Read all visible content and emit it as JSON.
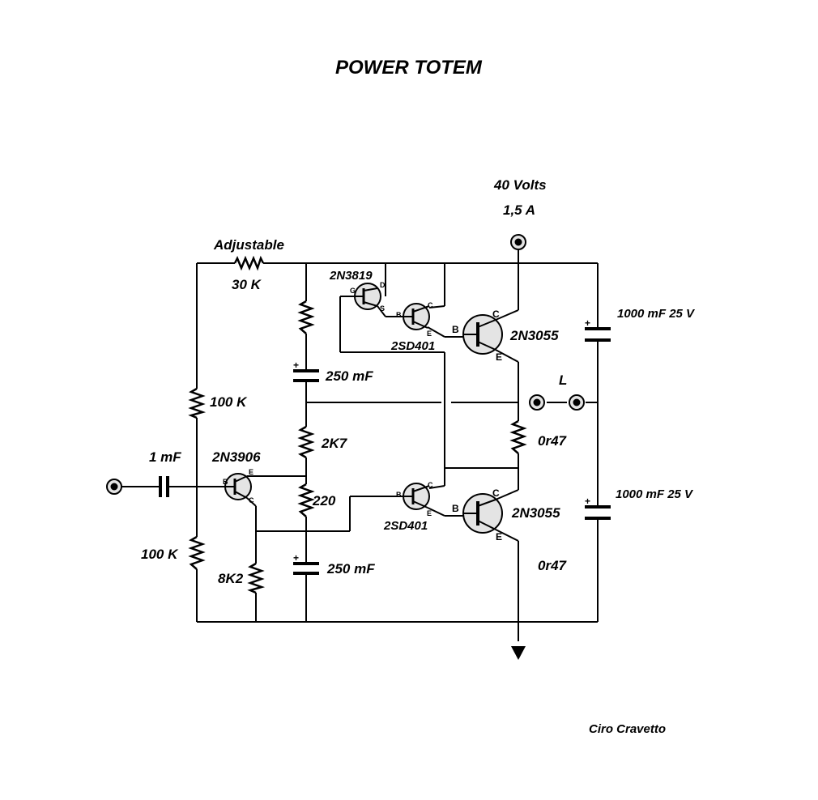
{
  "title": "POWER  TOTEM",
  "author": "Ciro Cravetto",
  "supply": {
    "voltage": "40 Volts",
    "current": "1,5 A"
  },
  "labels": {
    "adjustable": "Adjustable",
    "r_30k": "30 K",
    "jfet": "2N3819",
    "q_upper_driver": "2SD401",
    "q_upper_power": "2N3055",
    "q_lower_driver": "2SD401",
    "q_lower_power": "2N3055",
    "c_out_top": "1000 mF  25 V",
    "c_out_bottom": "1000 mF  25 V",
    "load": "L",
    "r_emitter_top": "0r47",
    "r_emitter_bottom": "0r47",
    "c_250_top": "250 mF",
    "c_250_bottom": "250 mF",
    "r_100k_top": "100 K",
    "r_100k_bottom": "100 K",
    "r_2k7": "2K7",
    "r_220": "220",
    "r_8k2": "8K2",
    "c_input": "1 mF",
    "q_input": "2N3906"
  },
  "pin_letters": {
    "b": "B",
    "c": "C",
    "e": "E",
    "g": "G",
    "d": "D",
    "s": "S",
    "plus": "+"
  }
}
